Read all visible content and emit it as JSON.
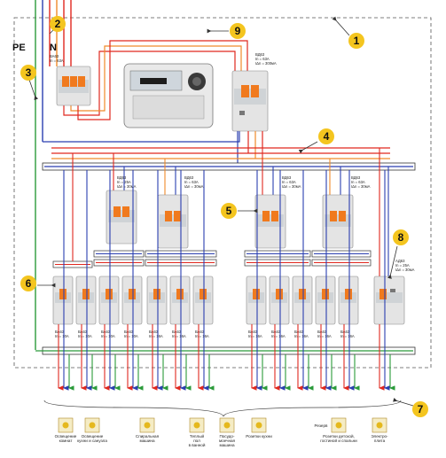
{
  "labels": {
    "pe": "PE",
    "n": "N"
  },
  "callouts": [
    "1",
    "2",
    "3",
    "4",
    "5",
    "6",
    "7",
    "8",
    "9"
  ],
  "main_breaker": [
    "ВА63",
    "In = 63A"
  ],
  "main_rcd": [
    "ВД63",
    "In = 63A",
    "IΔn = 300мА"
  ],
  "group_rcds": [
    [
      "ВД63",
      "In = 25A",
      "IΔn = 30мА"
    ],
    [
      "ВД63",
      "In = 63A",
      "IΔn = 30мА"
    ],
    [
      "ВД63",
      "In = 63A",
      "IΔn = 30мА"
    ],
    [
      "ВД63",
      "In = 63A",
      "IΔn = 30мА"
    ]
  ],
  "diff_breaker": [
    "АД63",
    "In = 25A",
    "IΔn = 30мА"
  ],
  "breakers": [
    [
      "ВА63",
      "In = 10A"
    ],
    [
      "ВА63",
      "In = 10A"
    ],
    [
      "ВА63",
      "In = 10A"
    ],
    [
      "ВА63",
      "In = 10A"
    ],
    [
      "ВА63",
      "In = 16A"
    ],
    [
      "ВА63",
      "In = 16A"
    ],
    [
      "ВА63",
      "In = 16A"
    ],
    [
      "ВА63",
      "In = 16A"
    ],
    [
      "ВА63",
      "In = 16A"
    ],
    [
      "ВА63",
      "In = 16A"
    ],
    [
      "ВА63",
      "In = 16A"
    ],
    [
      "ВА63",
      "In = 16A"
    ]
  ],
  "consumers": [
    [
      "Освещение",
      "комнат"
    ],
    [
      "Освещение",
      "кухни и санузла"
    ],
    [
      "Спиральная",
      "машина"
    ],
    [
      "Теплый",
      "пол",
      "в ванной"
    ],
    [
      "Посудо-",
      "моечная",
      "машина"
    ],
    [
      "Розетки кухни"
    ],
    [
      "Резерв"
    ],
    [
      "Розетки детской,",
      "гостиной и спальни"
    ],
    [
      "Электро-",
      "плита"
    ]
  ],
  "colors": {
    "phase_red": "#e0281e",
    "phase_orange": "#f08a2a",
    "neutral_blue": "#2b3fb0",
    "pe_green": "#2a9a3a",
    "device_handle": "#f07a1e"
  }
}
